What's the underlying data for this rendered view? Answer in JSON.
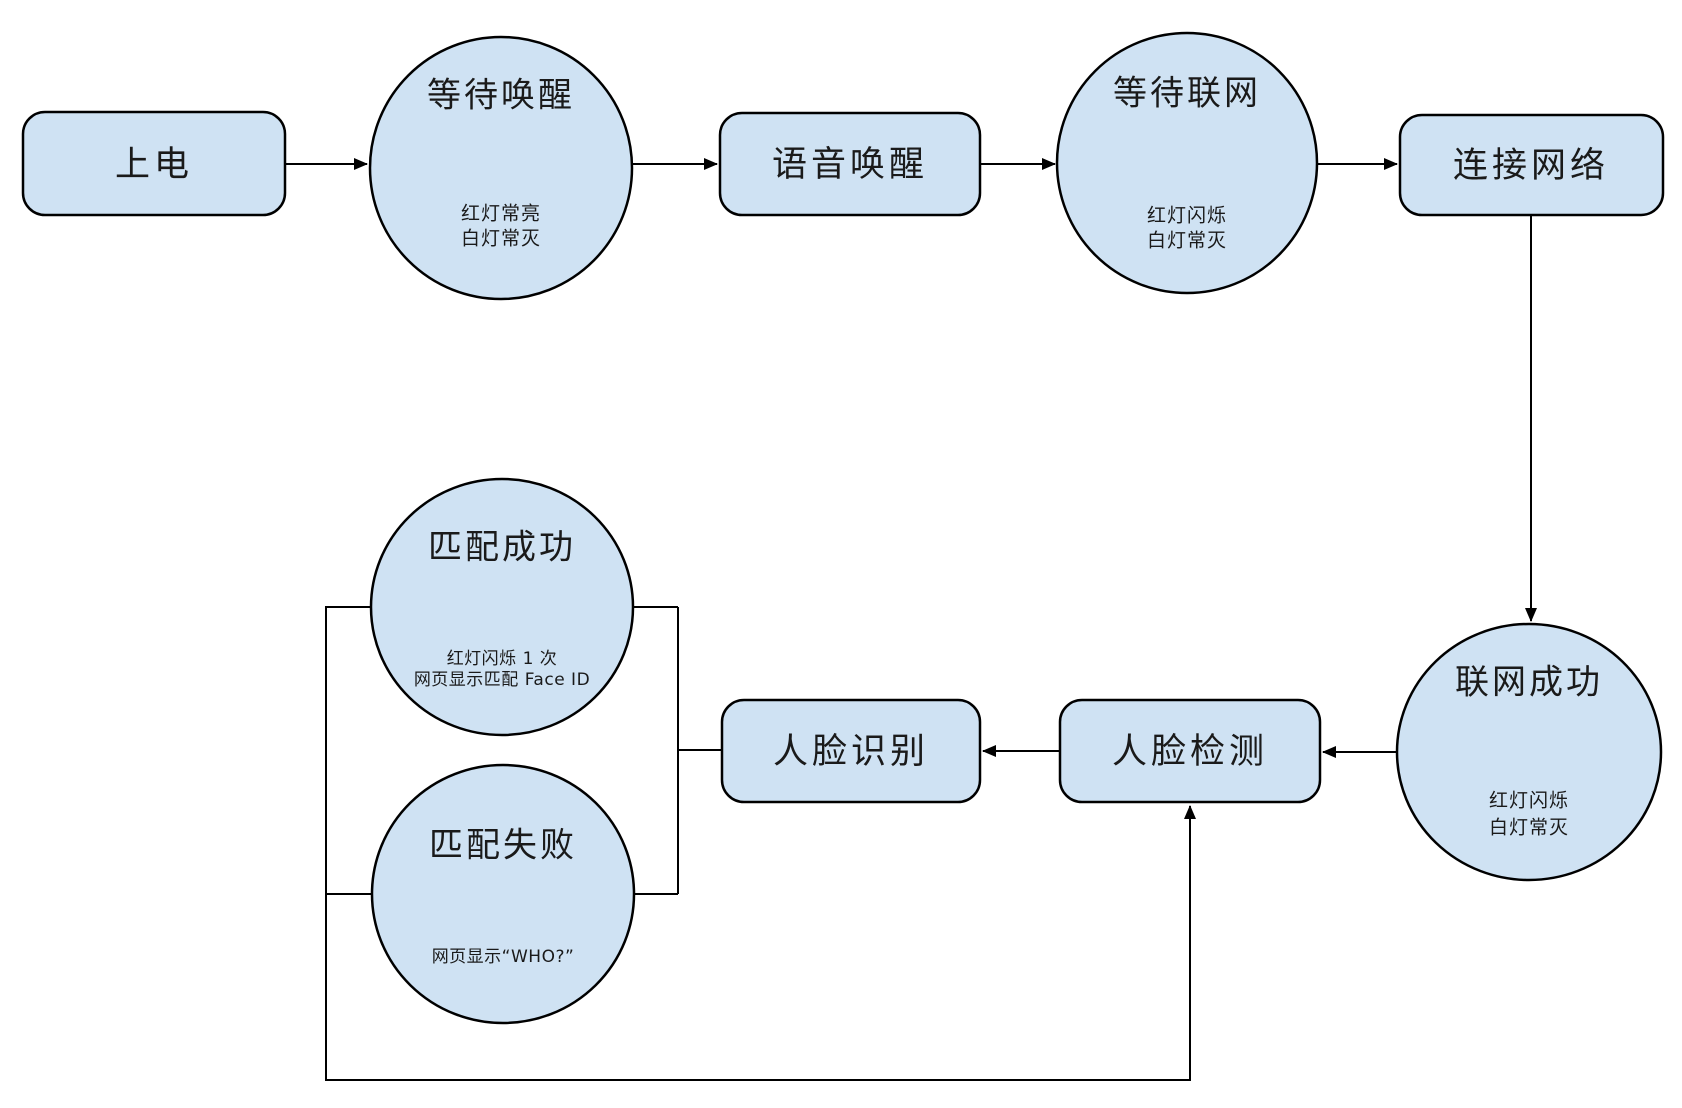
{
  "colors": {
    "node_fill": "#cfe2f3",
    "node_stroke": "#000000",
    "background": "#ffffff"
  },
  "nodes": {
    "power_on": {
      "label": "上电"
    },
    "wait_wake": {
      "label": "等待唤醒",
      "sub1": "红灯常亮",
      "sub2": "白灯常灭"
    },
    "voice_wake": {
      "label": "语音唤醒"
    },
    "wait_network": {
      "label": "等待联网",
      "sub1": "红灯闪烁",
      "sub2": "白灯常灭"
    },
    "connect_network": {
      "label": "连接网络"
    },
    "network_success": {
      "label": "联网成功",
      "sub1": "红灯闪烁",
      "sub2": "白灯常灭"
    },
    "face_detect": {
      "label": "人脸检测"
    },
    "face_recognize": {
      "label": "人脸识别"
    },
    "match_success": {
      "label": "匹配成功",
      "sub1": "红灯闪烁 1 次",
      "sub2": "网页显示匹配 Face ID"
    },
    "match_fail": {
      "label": "匹配失败",
      "sub1": "网页显示“WHO?”"
    }
  }
}
